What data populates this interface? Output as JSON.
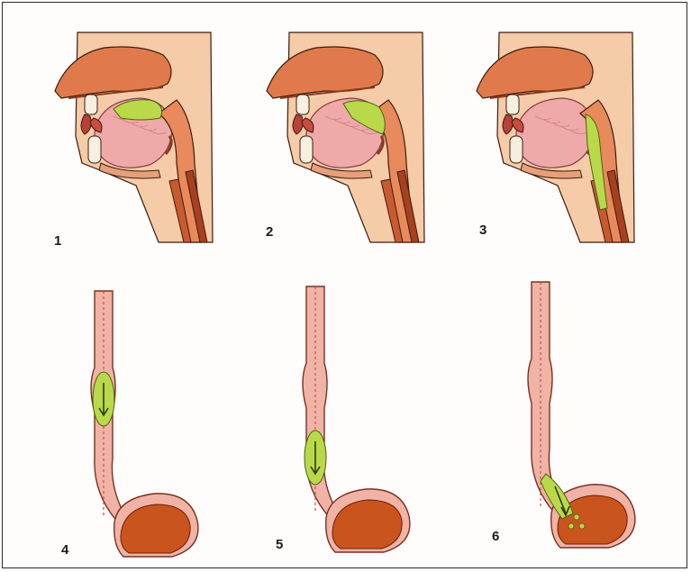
{
  "panels": [
    {
      "number": "1"
    },
    {
      "number": "2"
    },
    {
      "number": "3"
    },
    {
      "number": "4"
    },
    {
      "number": "5"
    },
    {
      "number": "6"
    }
  ],
  "colors": {
    "bolus": "#b9d94a",
    "tissue": "#e2a27c",
    "skin": "#f0b890",
    "pink": "#eea9a8",
    "stomach": "#c9541d",
    "outline": "#3b1d10"
  }
}
